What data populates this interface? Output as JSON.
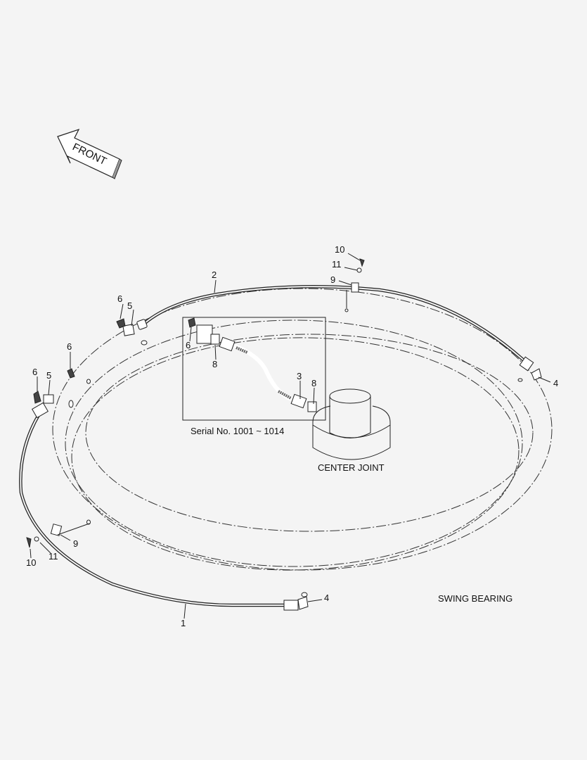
{
  "front_arrow": {
    "label": "FRONT"
  },
  "captions": {
    "serial_box": "Serial No. 1001 ~ 1014",
    "center_joint": "CENTER JOINT",
    "swing_bearing": "SWING BEARING"
  },
  "callouts": {
    "c1": "1",
    "c2": "2",
    "c3": "3",
    "c4a": "4",
    "c4b": "4",
    "c5a": "5",
    "c5b": "5",
    "c6a": "6",
    "c6b": "6",
    "c6c": "6",
    "c6d": "6",
    "c8a": "8",
    "c8b": "8",
    "c9a": "9",
    "c9b": "9",
    "c10a": "10",
    "c10b": "10",
    "c11a": "11",
    "c11b": "11"
  },
  "colors": {
    "background": "#f4f4f4",
    "line": "#222222"
  }
}
